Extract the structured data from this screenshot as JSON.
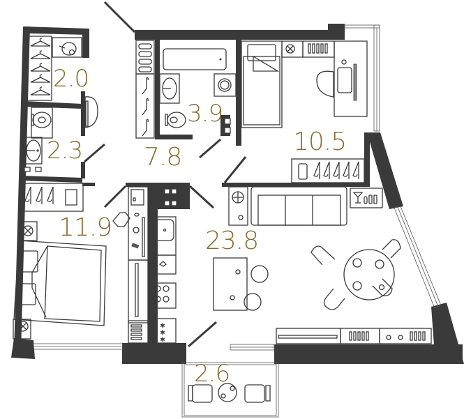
{
  "plan": {
    "colors": {
      "wall": "#3a3a3a",
      "area_label": "#8c6d32",
      "background": "#ffffff"
    },
    "rooms": [
      {
        "id": "wardrobe",
        "area": "2.0"
      },
      {
        "id": "wc",
        "area": "2.3"
      },
      {
        "id": "bathroom",
        "area": "3.9"
      },
      {
        "id": "hallway",
        "area": "7.8"
      },
      {
        "id": "bedroom-small",
        "area": "10.5"
      },
      {
        "id": "bedroom-main",
        "area": "11.9"
      },
      {
        "id": "living-kitchen",
        "area": "23.8"
      },
      {
        "id": "balcony",
        "area": "2.6"
      }
    ],
    "icons": [
      "hanger-icon",
      "vacuum-icon",
      "toilet-icon",
      "sink-icon",
      "bathtub-icon",
      "washer-icon",
      "slippers-icon",
      "bed-icon",
      "desk-icon",
      "chair-icon",
      "monitor-icon",
      "radiator-icon",
      "wardrobe-icon",
      "sofa-icon",
      "dining-table-icon",
      "stove-icon",
      "fridge-icon",
      "tv-icon",
      "bar-icon",
      "plant-icon",
      "armchair-icon",
      "coffee-table-icon"
    ]
  }
}
